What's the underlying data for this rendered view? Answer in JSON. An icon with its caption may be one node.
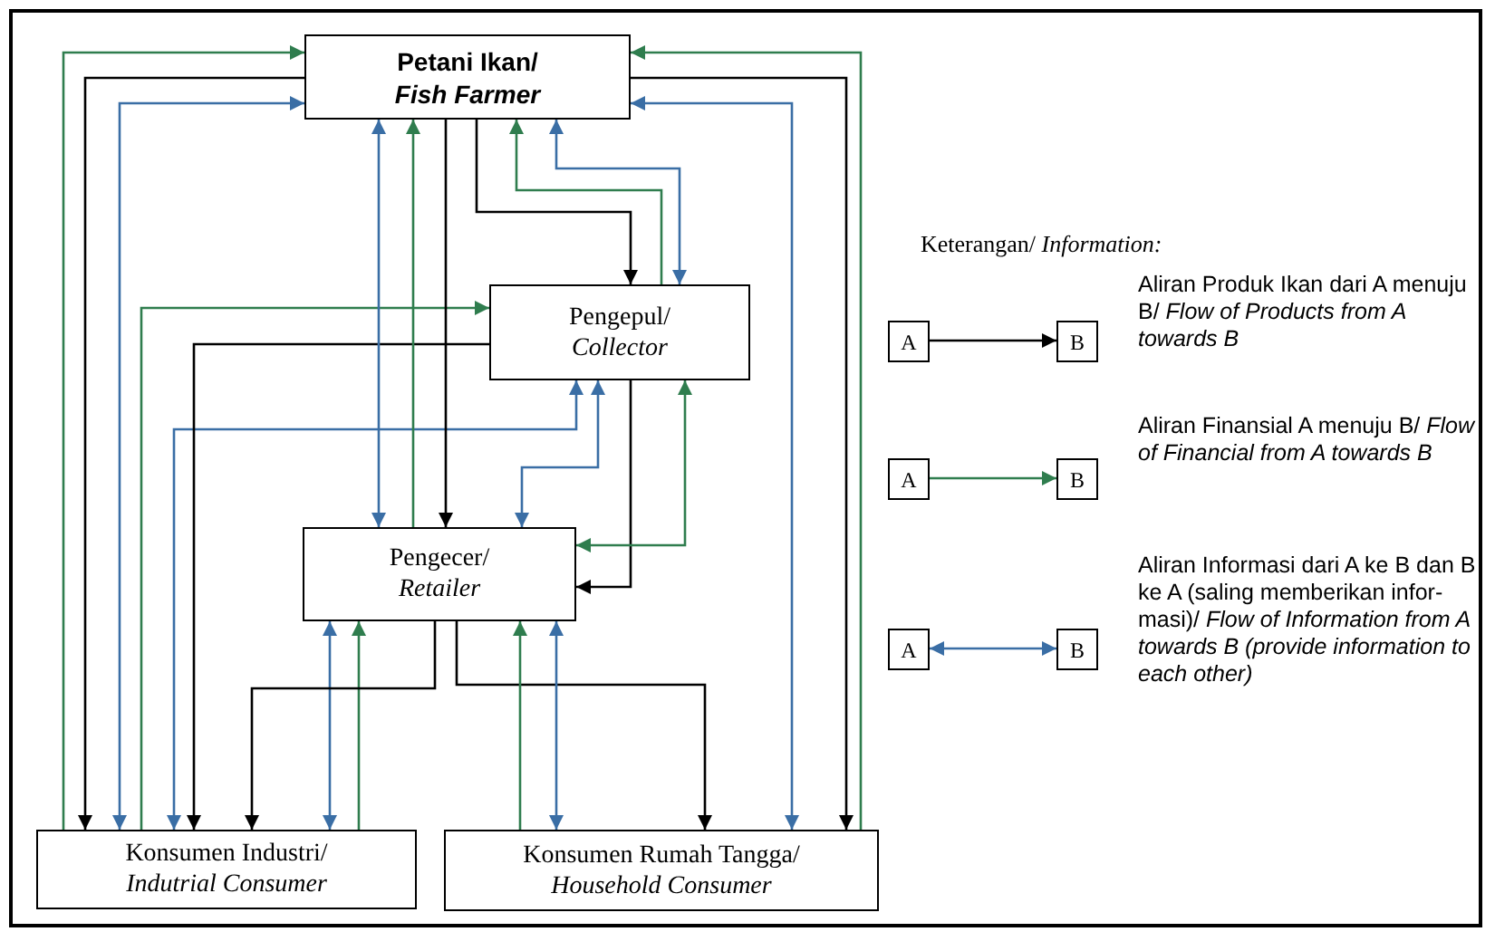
{
  "diagram": {
    "nodes": [
      {
        "text": [
          "Petani Ikan/ *Fish Farmer*"
        ]
      },
      {
        "text": [
          "Pengepul/ *Collector*"
        ]
      },
      {
        "text": [
          "Pengecer/ *Retailer*"
        ]
      },
      {
        "text": [
          "Konsumen Industri/ *Indutrial Consumer*"
        ]
      },
      {
        "text": [
          "Konsumen Rumah Tangga/ *Household Consumer*"
        ]
      },
      {
        "text": [
          "A"
        ]
      },
      {
        "text": [
          "B"
        ]
      },
      {
        "text": [
          "A"
        ]
      },
      {
        "text": [
          "B"
        ]
      },
      {
        "text": [
          "A"
        ]
      },
      {
        "text": [
          "B"
        ]
      }
    ],
    "edges": [
      {
        "from": 3,
        "to": 0,
        "arrow": "to",
        "color": "#2f7d4e"
      },
      {
        "from": 0,
        "to": 3,
        "arrow": "to",
        "color": "#000000"
      },
      {
        "from": 0,
        "to": 3,
        "arrow": "both",
        "color": "#3a6ea5"
      },
      {
        "from": 3,
        "to": 1,
        "arrow": "to",
        "color": "#2f7d4e"
      },
      {
        "from": 1,
        "to": 3,
        "arrow": "both",
        "color": "#3a6ea5"
      },
      {
        "from": 1,
        "to": 3,
        "arrow": "to",
        "color": "#000000"
      },
      {
        "from": 0,
        "to": 2,
        "arrow": "both",
        "color": "#3a6ea5"
      },
      {
        "from": 2,
        "to": 0,
        "arrow": "to",
        "color": "#2f7d4e"
      },
      {
        "from": 0,
        "to": 2,
        "arrow": "to",
        "color": "#000000"
      },
      {
        "from": 0,
        "to": 1,
        "arrow": "to",
        "color": "#000000"
      },
      {
        "from": 1,
        "to": 0,
        "arrow": "to",
        "color": "#2f7d4e"
      },
      {
        "from": 0,
        "to": 1,
        "arrow": "both",
        "color": "#3a6ea5"
      },
      {
        "from": 1,
        "to": 2,
        "arrow": "both",
        "color": "#3a6ea5"
      },
      {
        "from": 1,
        "to": 2,
        "arrow": "to",
        "color": "#000000"
      },
      {
        "from": 1,
        "to": 2,
        "arrow": "both",
        "color": "#2f7d4e"
      },
      {
        "from": 2,
        "to": 3,
        "arrow": "both",
        "color": "#3a6ea5"
      },
      {
        "from": 3,
        "to": 2,
        "arrow": "to",
        "color": "#2f7d4e"
      },
      {
        "from": 2,
        "to": 3,
        "arrow": "to",
        "color": "#000000"
      },
      {
        "from": 2,
        "to": 4,
        "arrow": "to",
        "color": "#000000"
      },
      {
        "from": 4,
        "to": 2,
        "arrow": "to",
        "color": "#2f7d4e"
      },
      {
        "from": 2,
        "to": 4,
        "arrow": "both",
        "color": "#3a6ea5"
      },
      {
        "from": 0,
        "to": 4,
        "arrow": "both",
        "color": "#3a6ea5"
      },
      {
        "from": 0,
        "to": 4,
        "arrow": "to",
        "color": "#000000"
      },
      {
        "from": 4,
        "to": 0,
        "arrow": "to",
        "color": "#2f7d4e"
      },
      {
        "from": 5,
        "to": 6,
        "arrow": "to",
        "color": "#000000"
      },
      {
        "from": 7,
        "to": 8,
        "arrow": "to",
        "color": "#2f7d4e"
      },
      {
        "from": 9,
        "to": 10,
        "arrow": "both",
        "color": "#3a6ea5"
      }
    ],
    "labels": [
      "Keterangan/ *Information:*"
    ],
    "legend": [
      {
        "text": "Aliran Produk Ikan dari A menuju B/ *Flow of Products from A towards B*"
      },
      {
        "text": "Aliran Finansial A menuju B/ *Flow of Financial from A towards B*"
      },
      {
        "text": "Aliran Informasi dari A ke B dan B ke A (saling memberikan infor- masi)/ *Flow of Information from A towards B (provide information to each other)*"
      }
    ]
  }
}
